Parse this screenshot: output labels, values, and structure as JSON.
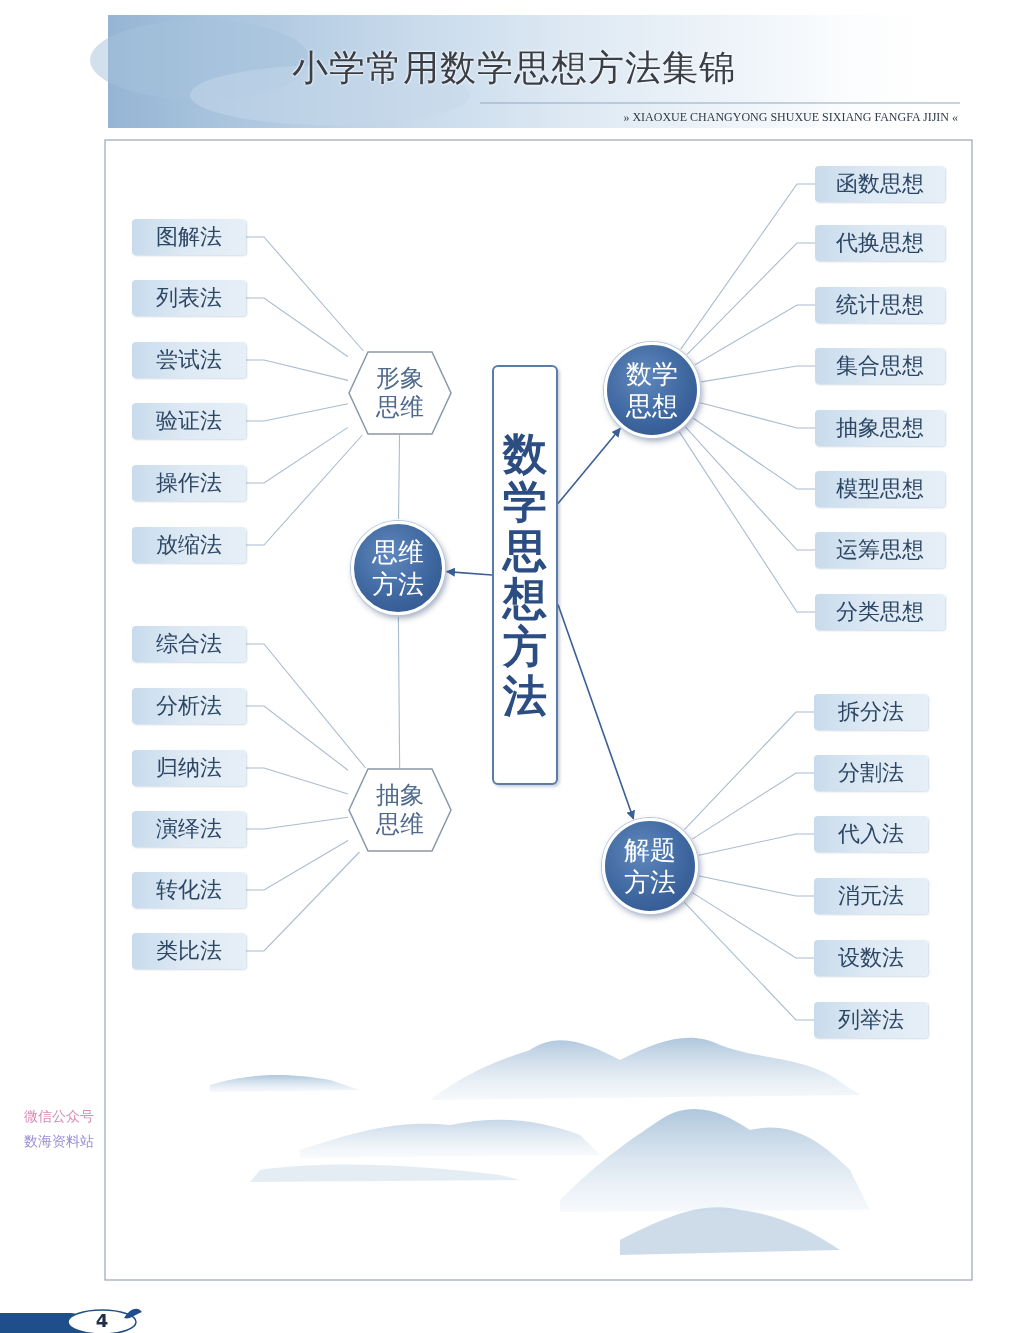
{
  "diagram": {
    "title": "小学常用数学思想方法集锦",
    "nodes": [
      {
        "text": [
          "数学思想方法"
        ]
      },
      {
        "text": [
          "数学思想"
        ]
      },
      {
        "text": [
          "函数思想"
        ]
      },
      {
        "text": [
          "代换思想"
        ]
      },
      {
        "text": [
          "统计思想"
        ]
      },
      {
        "text": [
          "集合思想"
        ]
      },
      {
        "text": [
          "抽象思想"
        ]
      },
      {
        "text": [
          "模型思想"
        ]
      },
      {
        "text": [
          "运筹思想"
        ]
      },
      {
        "text": [
          "分类思想"
        ]
      },
      {
        "text": [
          "解题方法"
        ]
      },
      {
        "text": [
          "拆分法"
        ]
      },
      {
        "text": [
          "分割法"
        ]
      },
      {
        "text": [
          "代入法"
        ]
      },
      {
        "text": [
          "消元法"
        ]
      },
      {
        "text": [
          "设数法"
        ]
      },
      {
        "text": [
          "列举法"
        ]
      },
      {
        "text": [
          "思维方法"
        ]
      },
      {
        "text": [
          "形象思维"
        ]
      },
      {
        "text": [
          "图解法"
        ]
      },
      {
        "text": [
          "列表法"
        ]
      },
      {
        "text": [
          "尝试法"
        ]
      },
      {
        "text": [
          "验证法"
        ]
      },
      {
        "text": [
          "操作法"
        ]
      },
      {
        "text": [
          "放缩法"
        ]
      },
      {
        "text": [
          "抽象思维"
        ]
      },
      {
        "text": [
          "综合法"
        ]
      },
      {
        "text": [
          "分析法"
        ]
      },
      {
        "text": [
          "归纳法"
        ]
      },
      {
        "text": [
          "演绎法"
        ]
      },
      {
        "text": [
          "转化法"
        ]
      },
      {
        "text": [
          "类比法"
        ]
      }
    ],
    "edges": [
      {
        "from": 0,
        "to": 1,
        "arrow": "to"
      },
      {
        "from": 0,
        "to": 10,
        "arrow": "to"
      },
      {
        "from": 0,
        "to": 17,
        "arrow": "to"
      },
      {
        "from": 1,
        "to": 2,
        "arrow": "none"
      },
      {
        "from": 1,
        "to": 3,
        "arrow": "none"
      },
      {
        "from": 1,
        "to": 4,
        "arrow": "none"
      },
      {
        "from": 1,
        "to": 5,
        "arrow": "none"
      },
      {
        "from": 1,
        "to": 6,
        "arrow": "none"
      },
      {
        "from": 1,
        "to": 7,
        "arrow": "none"
      },
      {
        "from": 1,
        "to": 8,
        "arrow": "none"
      },
      {
        "from": 1,
        "to": 9,
        "arrow": "none"
      },
      {
        "from": 10,
        "to": 11,
        "arrow": "none"
      },
      {
        "from": 10,
        "to": 12,
        "arrow": "none"
      },
      {
        "from": 10,
        "to": 13,
        "arrow": "none"
      },
      {
        "from": 10,
        "to": 14,
        "arrow": "none"
      },
      {
        "from": 10,
        "to": 15,
        "arrow": "none"
      },
      {
        "from": 10,
        "to": 16,
        "arrow": "none"
      },
      {
        "from": 17,
        "to": 18,
        "arrow": "none"
      },
      {
        "from": 17,
        "to": 25,
        "arrow": "none"
      },
      {
        "from": 18,
        "to": 19,
        "arrow": "none"
      },
      {
        "from": 18,
        "to": 20,
        "arrow": "none"
      },
      {
        "from": 18,
        "to": 21,
        "arrow": "none"
      },
      {
        "from": 18,
        "to": 22,
        "arrow": "none"
      },
      {
        "from": 18,
        "to": 23,
        "arrow": "none"
      },
      {
        "from": 18,
        "to": 24,
        "arrow": "none"
      },
      {
        "from": 25,
        "to": 26,
        "arrow": "none"
      },
      {
        "from": 25,
        "to": 27,
        "arrow": "none"
      },
      {
        "from": 25,
        "to": 28,
        "arrow": "none"
      },
      {
        "from": 25,
        "to": 29,
        "arrow": "none"
      },
      {
        "from": 25,
        "to": 30,
        "arrow": "none"
      },
      {
        "from": 25,
        "to": 31,
        "arrow": "none"
      }
    ],
    "labels": [
      "» XIAOXUE CHANGYONG SHUXUE SIXIANG FANGFA JIJIN «",
      "4",
      "微信公众号",
      "数海资料站"
    ]
  }
}
